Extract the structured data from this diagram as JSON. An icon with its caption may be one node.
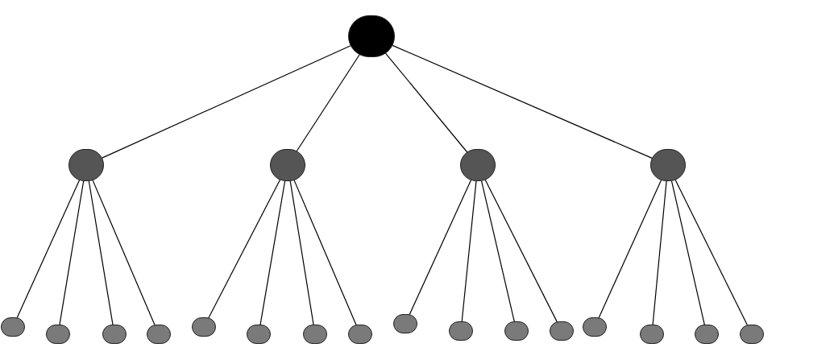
{
  "diagram": {
    "nodes": [
      {
        "text": [],
        "shape": "circle"
      },
      {
        "text": [],
        "shape": "circle"
      },
      {
        "text": [],
        "shape": "circle"
      },
      {
        "text": [],
        "shape": "circle"
      },
      {
        "text": [],
        "shape": "circle"
      },
      {
        "text": [],
        "shape": "circle"
      },
      {
        "text": [],
        "shape": "circle"
      },
      {
        "text": [],
        "shape": "circle"
      },
      {
        "text": [],
        "shape": "circle"
      },
      {
        "text": [],
        "shape": "circle"
      },
      {
        "text": [],
        "shape": "circle"
      },
      {
        "text": [],
        "shape": "circle"
      },
      {
        "text": [],
        "shape": "circle"
      },
      {
        "text": [],
        "shape": "circle"
      },
      {
        "text": [],
        "shape": "circle"
      },
      {
        "text": [],
        "shape": "circle"
      },
      {
        "text": [],
        "shape": "circle"
      },
      {
        "text": [],
        "shape": "circle"
      },
      {
        "text": [],
        "shape": "circle"
      },
      {
        "text": [],
        "shape": "circle"
      },
      {
        "text": [],
        "shape": "circle"
      }
    ],
    "edges": [
      {
        "from": 0,
        "to": 1,
        "arrow": "none"
      },
      {
        "from": 0,
        "to": 2,
        "arrow": "none"
      },
      {
        "from": 0,
        "to": 3,
        "arrow": "none"
      },
      {
        "from": 0,
        "to": 4,
        "arrow": "none"
      },
      {
        "from": 1,
        "to": 5,
        "arrow": "none"
      },
      {
        "from": 1,
        "to": 6,
        "arrow": "none"
      },
      {
        "from": 1,
        "to": 7,
        "arrow": "none"
      },
      {
        "from": 1,
        "to": 8,
        "arrow": "none"
      },
      {
        "from": 2,
        "to": 9,
        "arrow": "none"
      },
      {
        "from": 2,
        "to": 10,
        "arrow": "none"
      },
      {
        "from": 2,
        "to": 11,
        "arrow": "none"
      },
      {
        "from": 2,
        "to": 12,
        "arrow": "none"
      },
      {
        "from": 3,
        "to": 13,
        "arrow": "none"
      },
      {
        "from": 3,
        "to": 14,
        "arrow": "none"
      },
      {
        "from": 3,
        "to": 15,
        "arrow": "none"
      },
      {
        "from": 3,
        "to": 16,
        "arrow": "none"
      },
      {
        "from": 4,
        "to": 17,
        "arrow": "none"
      },
      {
        "from": 4,
        "to": 18,
        "arrow": "none"
      },
      {
        "from": 4,
        "to": 19,
        "arrow": "none"
      },
      {
        "from": 4,
        "to": 20,
        "arrow": "none"
      }
    ]
  }
}
